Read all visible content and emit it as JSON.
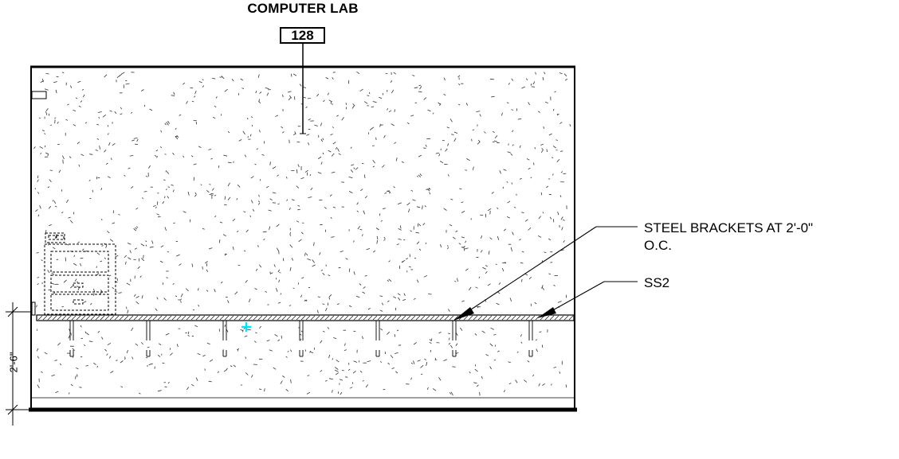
{
  "room": {
    "name": "COMPUTER LAB",
    "number": "128"
  },
  "notes": {
    "brackets_line1": "STEEL BRACKETS AT 2'-0\"",
    "brackets_line2": "O.C.",
    "material": "SS2"
  },
  "dimension": {
    "text": "2'-6\""
  },
  "colors": {
    "line": "#000000",
    "hatch": "#222222",
    "marker": "#00e5ff"
  }
}
